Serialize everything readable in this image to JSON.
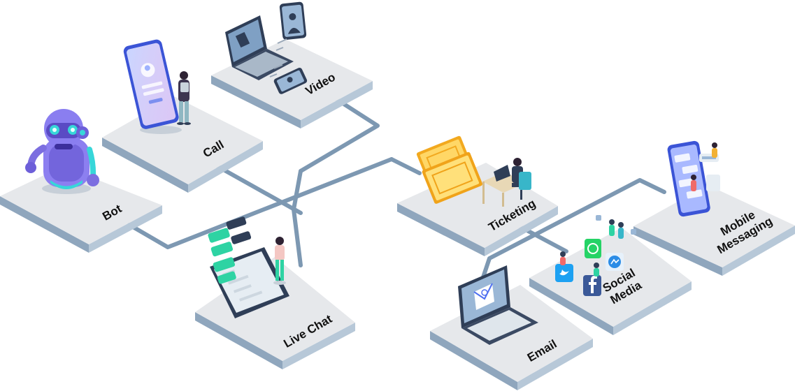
{
  "colors": {
    "tile_top": "#e6e8eb",
    "tile_left": "#8fa6bd",
    "tile_right": "#b7c8d8",
    "connector": "#7d98b2",
    "bot_purple": "#7c6ee0",
    "bot_cyan": "#37d6d9",
    "phone_blue": "#4f6ff0",
    "laptop_navy": "#2f3e57",
    "chat_green": "#2ed3a3",
    "ticket_gold": "#f3b62c",
    "facebook_blue": "#3b5998",
    "twitter_blue": "#1da1f2",
    "whatsapp_green": "#25d366",
    "messenger_blue": "#2b8ce6"
  },
  "channels": [
    {
      "id": "bot",
      "lines": [
        "Bot"
      ],
      "icon": "robot-icon"
    },
    {
      "id": "call",
      "lines": [
        "Call"
      ],
      "icon": "smartphone-call-icon"
    },
    {
      "id": "video",
      "lines": [
        "Video"
      ],
      "icon": "video-conference-icon"
    },
    {
      "id": "live-chat",
      "lines": [
        "Live Chat"
      ],
      "icon": "chat-bubbles-icon"
    },
    {
      "id": "ticketing",
      "lines": [
        "Ticketing"
      ],
      "icon": "ticket-icon"
    },
    {
      "id": "email",
      "lines": [
        "Email"
      ],
      "icon": "email-laptop-icon"
    },
    {
      "id": "social-media",
      "lines": [
        "Social",
        "Media"
      ],
      "icon": "social-media-icon"
    },
    {
      "id": "mobile-messaging",
      "lines": [
        "Mobile",
        "Messaging"
      ],
      "icon": "mobile-messaging-icon"
    }
  ]
}
